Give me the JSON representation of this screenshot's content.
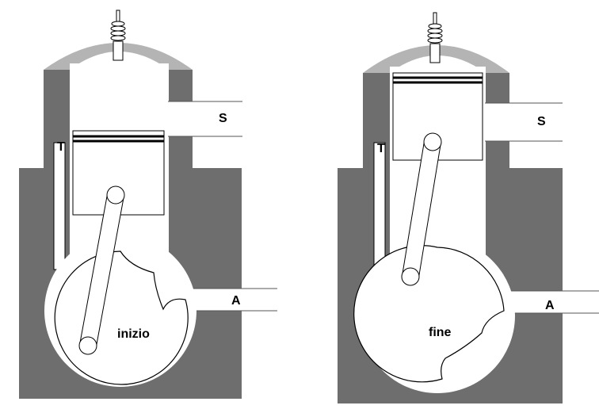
{
  "engines": [
    {
      "id": "left",
      "caption": "inizio",
      "port_labels": {
        "exhaust": "S",
        "intake": "A",
        "transfer": "T"
      }
    },
    {
      "id": "right",
      "caption": "fine",
      "port_labels": {
        "exhaust": "S",
        "intake": "A",
        "transfer": "T"
      }
    }
  ],
  "colors": {
    "housing": "#6e6e6e",
    "head": "#b4b4b4",
    "outline": "#000000",
    "background": "#ffffff"
  }
}
